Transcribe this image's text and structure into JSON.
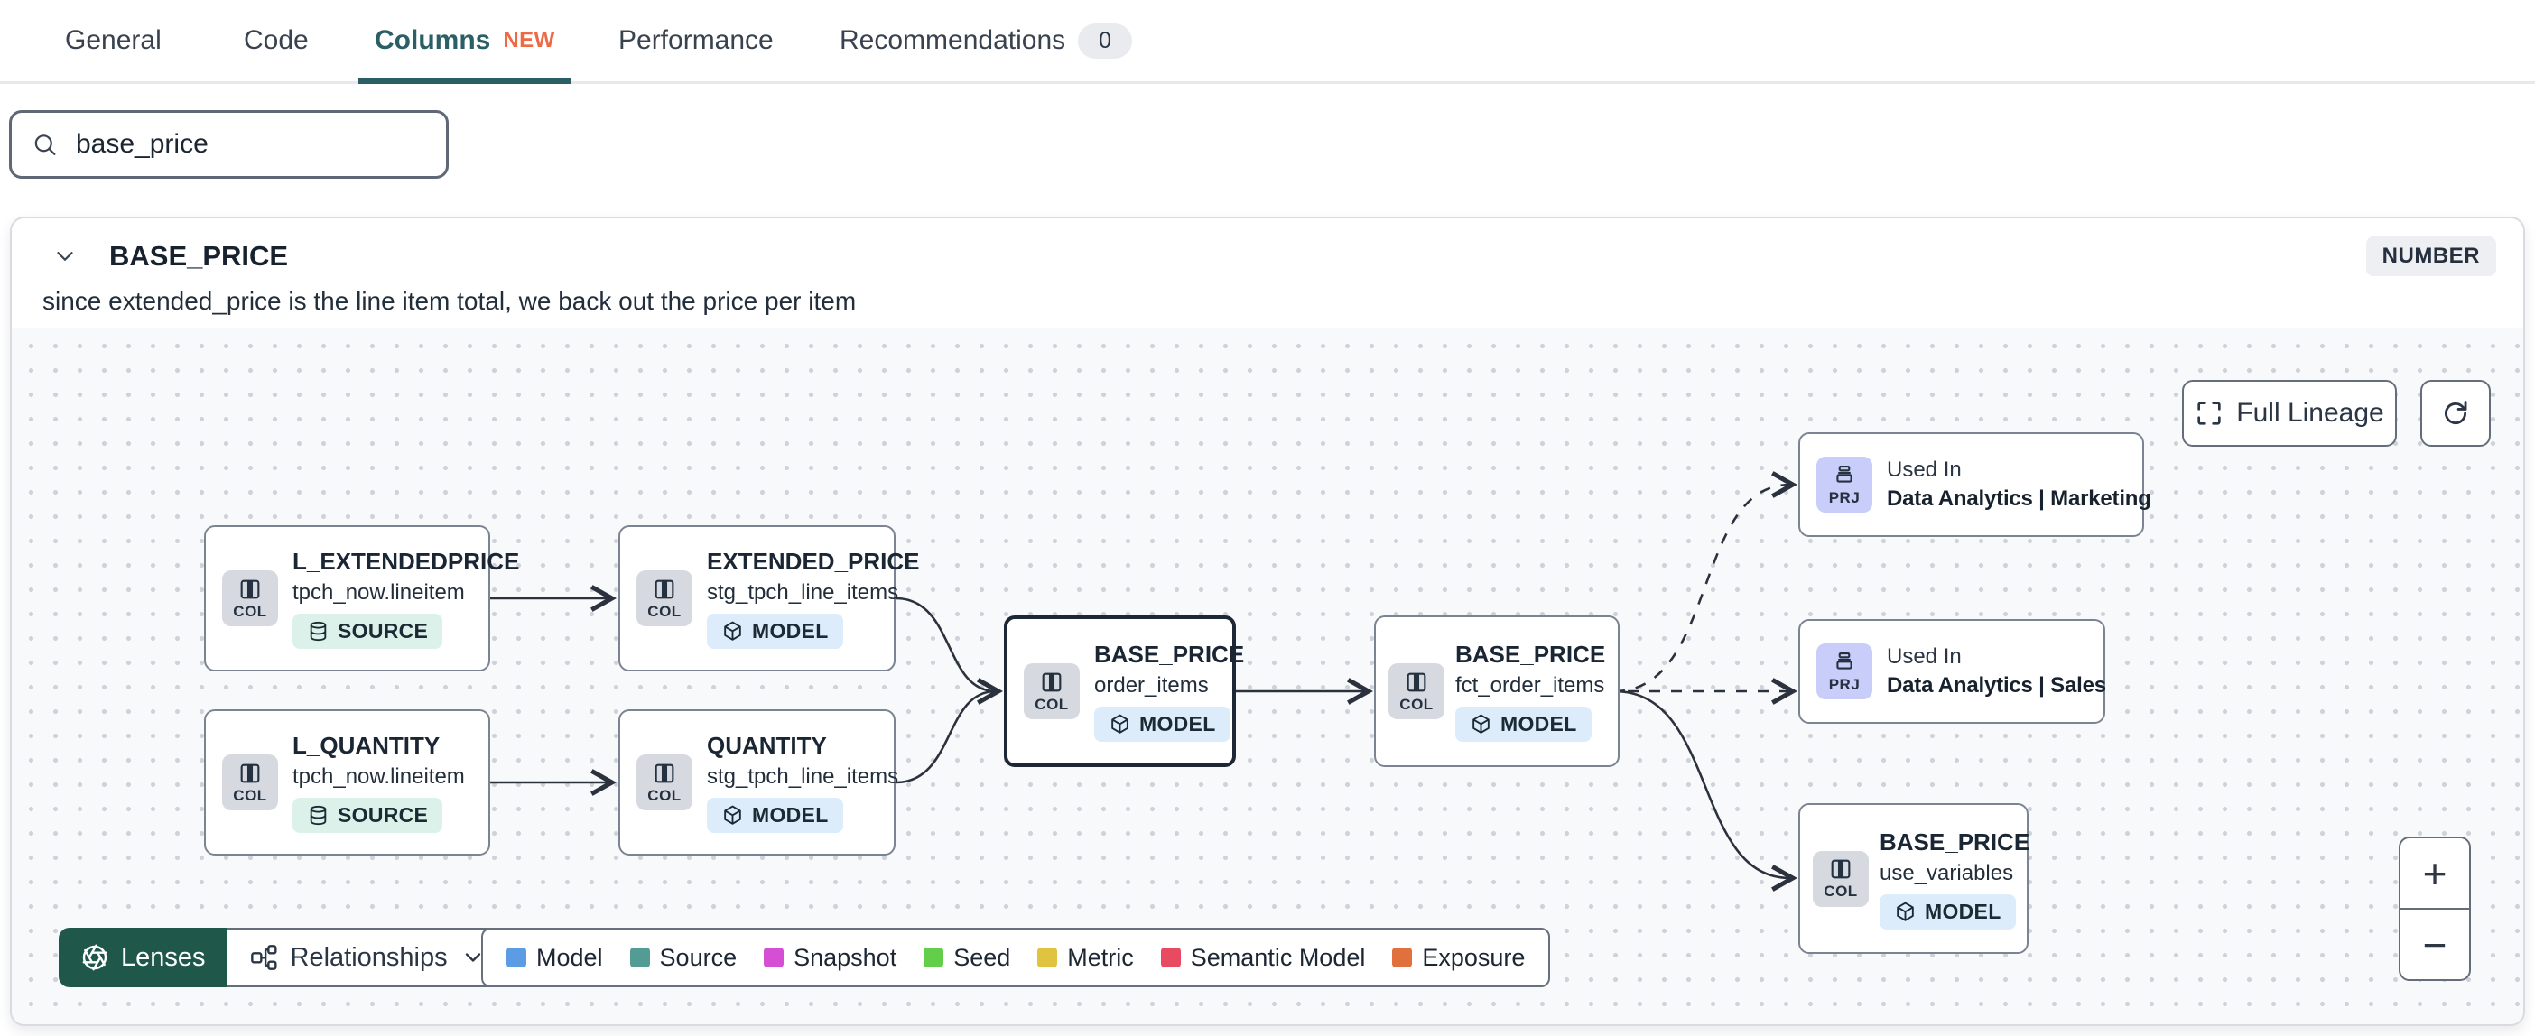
{
  "tabs": {
    "items": [
      {
        "label": "General"
      },
      {
        "label": "Code"
      },
      {
        "label": "Columns",
        "badge": "NEW",
        "active": true
      },
      {
        "label": "Performance"
      },
      {
        "label": "Recommendations",
        "count": "0"
      }
    ]
  },
  "search": {
    "value": "base_price",
    "icon": "search-icon"
  },
  "column_details": {
    "name": "BASE_PRICE",
    "data_type": "NUMBER",
    "description": "since extended_price is the line item total, we back out the price per item",
    "collapse_icon": "chevron-down-icon"
  },
  "lineage": {
    "controls": {
      "full_lineage_label": "Full Lineage",
      "full_lineage_icon": "fullscreen-icon",
      "refresh_icon": "refresh-icon",
      "zoom_in_label": "+",
      "zoom_out_label": "−"
    },
    "lenses": {
      "label": "Lenses",
      "icon": "aperture-icon"
    },
    "relationships": {
      "label": "Relationships",
      "icon": "hierarchy-icon",
      "chevron_icon": "chevron-down-icon"
    },
    "legend": {
      "items": [
        {
          "label": "Model",
          "color": "#5b9ce5"
        },
        {
          "label": "Source",
          "color": "#529c94"
        },
        {
          "label": "Snapshot",
          "color": "#d44fd4"
        },
        {
          "label": "Seed",
          "color": "#63ce4a"
        },
        {
          "label": "Metric",
          "color": "#e0c33e"
        },
        {
          "label": "Semantic Model",
          "color": "#e84a62"
        },
        {
          "label": "Exposure",
          "color": "#e0713c"
        }
      ]
    },
    "nodes": [
      {
        "kind": "COL",
        "title": "L_EXTENDEDPRICE",
        "subtitle": "tpch_now.lineitem",
        "badge": "SOURCE",
        "badge_icon": "database-icon",
        "kind_icon": "columns-icon"
      },
      {
        "kind": "COL",
        "title": "EXTENDED_PRICE",
        "subtitle": "stg_tpch_line_items",
        "badge": "MODEL",
        "badge_icon": "cube-icon",
        "kind_icon": "columns-icon"
      },
      {
        "kind": "COL",
        "title": "L_QUANTITY",
        "subtitle": "tpch_now.lineitem",
        "badge": "SOURCE",
        "badge_icon": "database-icon",
        "kind_icon": "columns-icon"
      },
      {
        "kind": "COL",
        "title": "QUANTITY",
        "subtitle": "stg_tpch_line_items",
        "badge": "MODEL",
        "badge_icon": "cube-icon",
        "kind_icon": "columns-icon"
      },
      {
        "kind": "COL",
        "title": "BASE_PRICE",
        "subtitle": "order_items",
        "badge": "MODEL",
        "badge_icon": "cube-icon",
        "kind_icon": "columns-icon",
        "selected": true
      },
      {
        "kind": "COL",
        "title": "BASE_PRICE",
        "subtitle": "fct_order_items",
        "badge": "MODEL",
        "badge_icon": "cube-icon",
        "kind_icon": "columns-icon"
      },
      {
        "kind": "PRJ",
        "label": "Used In",
        "title": "Data Analytics | Marketing",
        "kind_icon": "project-stack-icon"
      },
      {
        "kind": "PRJ",
        "label": "Used In",
        "title": "Data Analytics | Sales",
        "kind_icon": "project-stack-icon"
      },
      {
        "kind": "COL",
        "title": "BASE_PRICE",
        "subtitle": "use_variables",
        "badge": "MODEL",
        "badge_icon": "cube-icon",
        "kind_icon": "columns-icon"
      }
    ]
  },
  "colors": {
    "active_tab_teal": "#2a5f66",
    "new_badge_orange": "#ed6a45",
    "lenses_green": "#20574b",
    "source_badge_bg": "#ddf1eb",
    "model_badge_bg": "#dcecfb",
    "col_badge_bg": "#d6d9df",
    "prj_badge_bg": "#c9cdf9",
    "canvas_bg": "#f8f9fb"
  }
}
